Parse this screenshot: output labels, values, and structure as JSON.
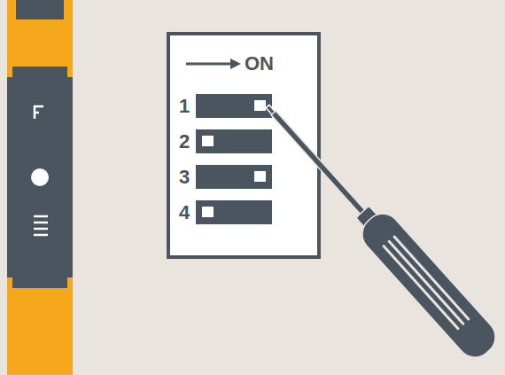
{
  "diagram": {
    "labels": [
      "ON",
      "1",
      "2",
      "3",
      "4"
    ]
  }
}
